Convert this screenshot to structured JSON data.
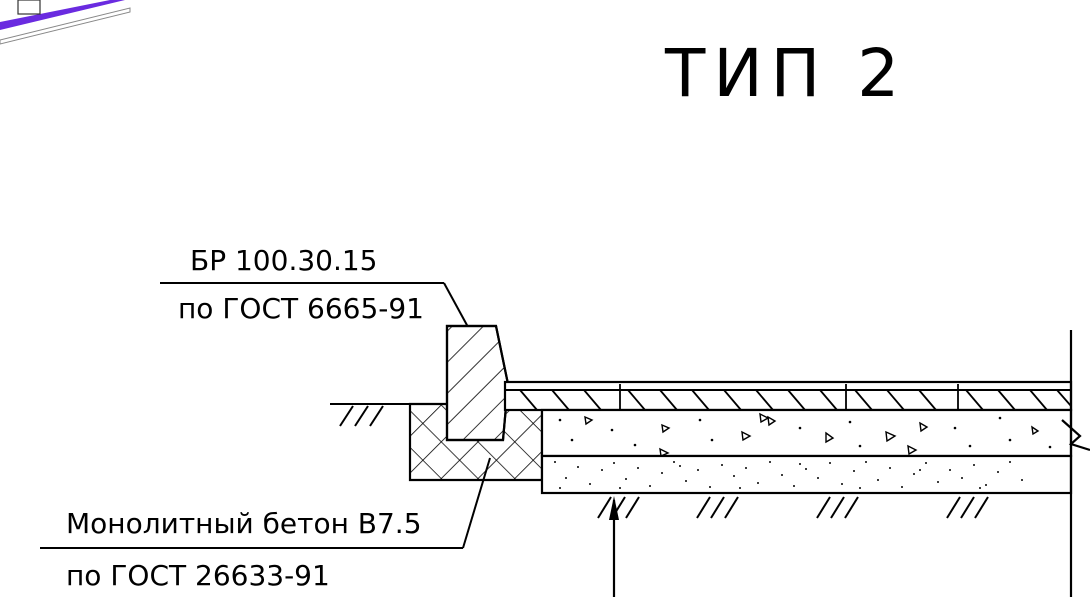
{
  "drawing": {
    "title": "ТИП 2",
    "curb_label": {
      "line1": "БР 100.30.15",
      "line2": "по ГОСТ 6665-91"
    },
    "concrete_label": {
      "line1": "Монолитный бетон В7.5",
      "line2": "по ГОСТ 26633-91"
    }
  }
}
